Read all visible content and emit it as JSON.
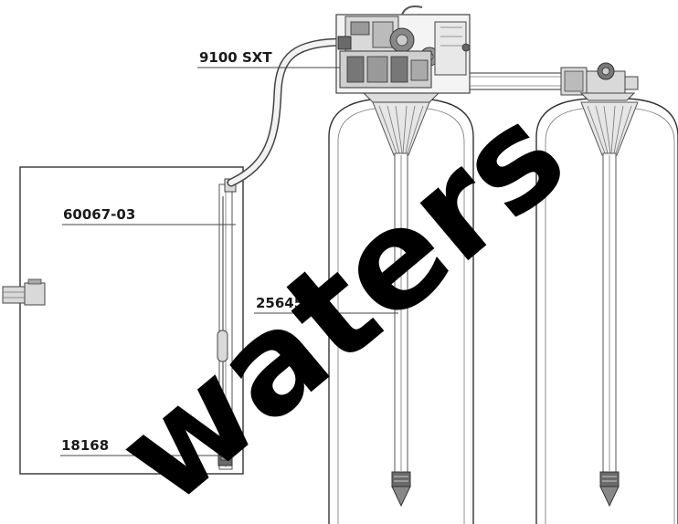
{
  "labels": {
    "control_valve": "9100 SXT",
    "brine_valve": "60067-03",
    "riser_tube": "25645",
    "brine_well": "18168"
  },
  "watermark": "waters",
  "icons": {
    "control_valve": "control-valve-icon",
    "bypass_valve": "bypass-valve-icon",
    "distributor": "distributor-basket-icon",
    "elbow_fitting": "elbow-fitting-icon"
  }
}
